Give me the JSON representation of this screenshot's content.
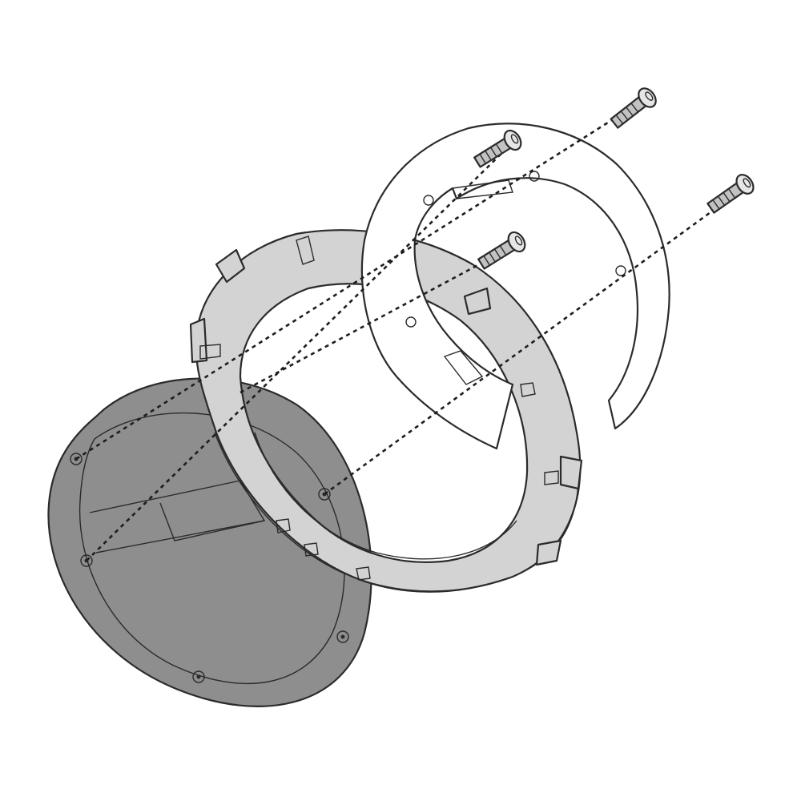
{
  "diagram": {
    "kind": "exploded-assembly",
    "colors": {
      "background": "#ffffff",
      "tank_plate": "#8e8e8e",
      "tank_plate_inner": "#979797",
      "adapter_ring": "#d3d3d3",
      "flange": "#ffffff",
      "bolt_body": "#c2c2c2",
      "line": "#2b2b2b"
    },
    "parts": [
      {
        "id": "tank-cap-plate",
        "icon": "circular-plate-icon"
      },
      {
        "id": "adapter-ring",
        "icon": "ring-icon"
      },
      {
        "id": "mounting-flange",
        "icon": "c-ring-icon"
      },
      {
        "id": "bolt",
        "count": 4,
        "icon": "bolt-icon"
      }
    ],
    "alignment_lines": 4
  }
}
